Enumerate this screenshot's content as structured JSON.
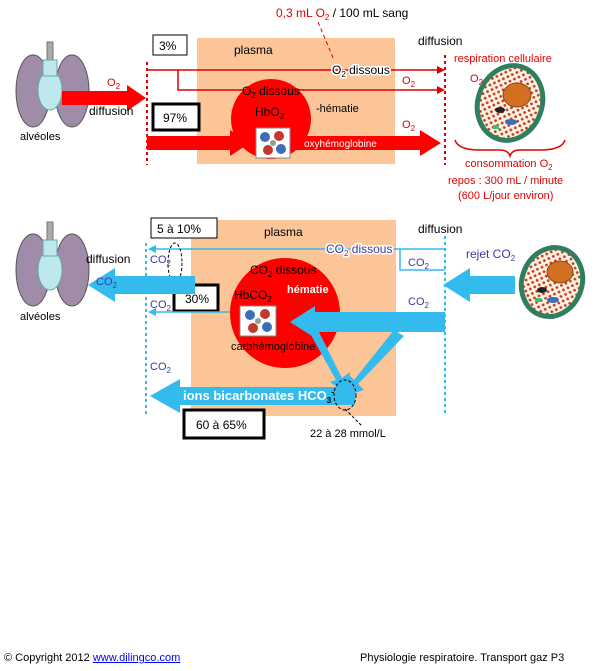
{
  "o2": {
    "top_note_value": "0,3 mL O",
    "top_note_unit": " / 100 mL sang",
    "pct_dissolved": "3%",
    "pct_hb": "97%",
    "plasma": "plasma",
    "diffusion_left": "diffusion",
    "diffusion_right": "diffusion",
    "gas_left": "O",
    "alveoles": "alvéoles",
    "dissous": "O",
    "dissous_suffix": " dissous",
    "rbc_dissous": "O",
    "rbc_dissous_suffix": " dissous",
    "hematie": "-hématie",
    "hbo2": "HbO",
    "oxyhemoglobine": "oxyhémoglobine",
    "arrow_o2_a": "O",
    "arrow_o2_b": "O",
    "cell_o2": "O",
    "respiration": "respiration cellulaire",
    "consommation": "consommation O",
    "repos": "repos : 300 mL / minute",
    "jour": "(600 L/jour environ)"
  },
  "co2": {
    "pct_dissolved": "5 à 10%",
    "pct_hb": "30%",
    "pct_bicarb": "60 à 65%",
    "plasma": "plasma",
    "diffusion_left": "diffusion",
    "diffusion_right": "diffusion",
    "alveoles": "alvéoles",
    "dissous": "CO",
    "dissous_suffix": " dissous",
    "rbc_dissous": "CO",
    "rbc_dissous_suffix": " dissous",
    "hematie": "hématie",
    "hbco2": "HbCO",
    "carbhemoglobine": "carbhémoglobine",
    "rejet": "rejet CO",
    "co2_label": "CO",
    "bicarbonates": "ions bicarbonates HCO",
    "bicarb_conc": "22 à 28 mmol/L"
  },
  "footer": {
    "copyright": "© Copyright 2012 ",
    "link": "www.dilingco.com",
    "title": "Physiologie respiratoire. Transport gaz P3"
  },
  "colors": {
    "plasma": "#fbc598",
    "red": "#ff0000",
    "co2_blue": "#33bbee",
    "co2_text": "#3a3aa0",
    "cell_green": "#2f7f5f"
  }
}
